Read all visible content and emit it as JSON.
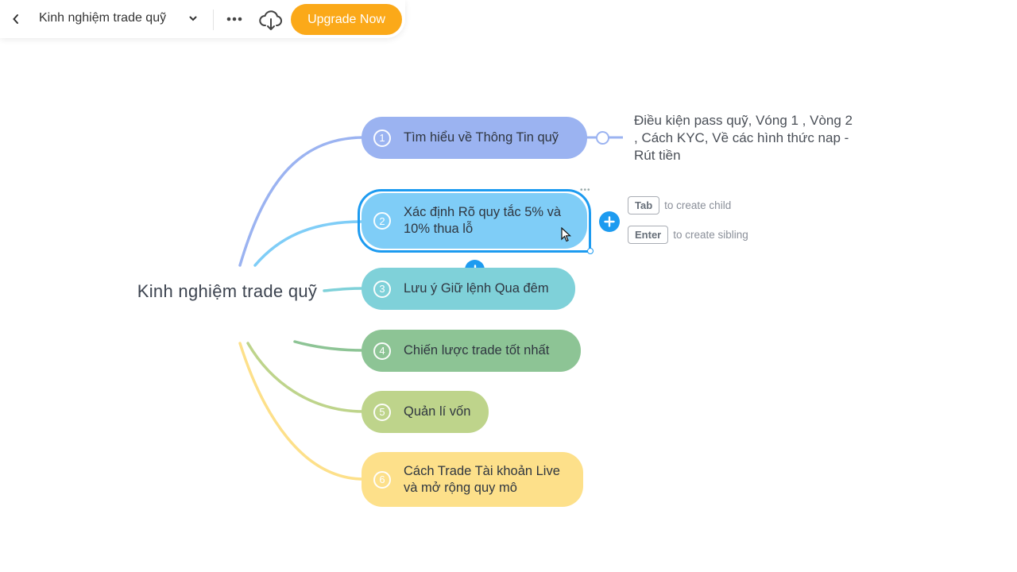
{
  "toolbar": {
    "back_icon": "chevron-left-icon",
    "title": "Kinh nghiệm trade quỹ",
    "title_dropdown_icon": "chevron-down-icon",
    "more_icon": "ellipsis-icon",
    "download_icon": "cloud-download-icon",
    "upgrade_label": "Upgrade Now",
    "upgrade_color": "#fba919"
  },
  "mindmap": {
    "root": {
      "label": "Kinh nghiệm trade quỹ"
    },
    "branches": [
      {
        "num": "1",
        "label": "Tìm hiểu về Thông Tin quỹ",
        "color": "#9bb3f1",
        "note": "Điều kiện pass quỹ, Vóng 1 , Vòng 2 ,  Cách KYC, Về các hình thức nap - Rút tiền"
      },
      {
        "num": "2",
        "label": "Xác định Rõ quy tắc 5% và 10% thua lỗ",
        "color": "#7fcdf7",
        "selected": true
      },
      {
        "num": "3",
        "label": "Lưu ý Giữ lệnh Qua đêm",
        "color": "#7fd1d9"
      },
      {
        "num": "4",
        "label": "Chiến lược trade tốt nhất",
        "color": "#8dc495"
      },
      {
        "num": "5",
        "label": "Quản lí vốn",
        "color": "#bed48b"
      },
      {
        "num": "6",
        "label": "Cách Trade Tài khoản Live và mở rộng quy mô",
        "color": "#fde08a"
      }
    ],
    "selection_color": "#1d9bf0"
  },
  "hints": {
    "child_key": "Tab",
    "child_text": "to create child",
    "sibling_key": "Enter",
    "sibling_text": "to create sibling"
  }
}
